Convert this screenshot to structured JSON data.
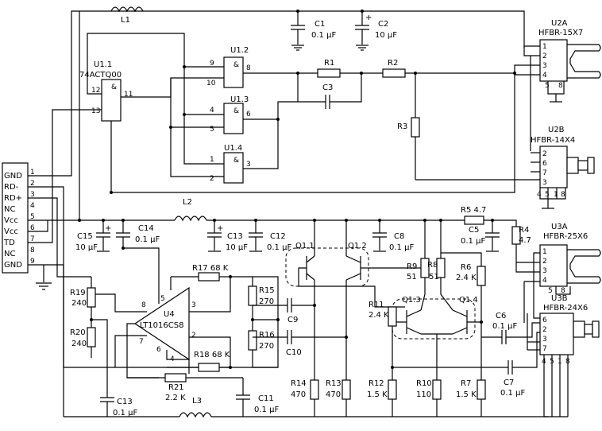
{
  "connector": {
    "pins": [
      {
        "num": "1",
        "name": "GND"
      },
      {
        "num": "2",
        "name": "RD-"
      },
      {
        "num": "3",
        "name": "RD+"
      },
      {
        "num": "4",
        "name": "NC"
      },
      {
        "num": "5",
        "name": "Vcc"
      },
      {
        "num": "6",
        "name": "Vcc"
      },
      {
        "num": "7",
        "name": "TD"
      },
      {
        "num": "8",
        "name": "NC"
      },
      {
        "num": "9",
        "name": "GND"
      }
    ]
  },
  "ics": {
    "u11": {
      "ref": "U1.1",
      "part": "74ACTQ00",
      "pins": [
        "12",
        "13",
        "11"
      ],
      "symbol": "&"
    },
    "u12": {
      "ref": "U1.2",
      "pins": [
        "9",
        "10",
        "8"
      ],
      "symbol": "&"
    },
    "u13": {
      "ref": "U1.3",
      "pins": [
        "4",
        "5",
        "6"
      ],
      "symbol": "&"
    },
    "u14": {
      "ref": "U1.4",
      "pins": [
        "1",
        "2",
        "3"
      ],
      "symbol": "&"
    },
    "u4": {
      "ref": "U4",
      "part": "LT1016CS8",
      "pins": [
        "5",
        "8",
        "3",
        "2",
        "7",
        "6",
        "4"
      ]
    },
    "u2a": {
      "ref": "U2A",
      "part": "HFBR-15X7",
      "pins": [
        "1",
        "2",
        "3",
        "4",
        "5",
        "8"
      ]
    },
    "u2b": {
      "ref": "U2B",
      "part": "HFBR-14X4",
      "pins": [
        "2",
        "6",
        "7",
        "3",
        "4",
        "5",
        "1",
        "8"
      ]
    },
    "u3a": {
      "ref": "U3A",
      "part": "HFBR-25X6",
      "pins": [
        "1",
        "2",
        "3",
        "4",
        "5",
        "8"
      ]
    },
    "u3b": {
      "ref": "U3B",
      "part": "HFBR-24X6",
      "pins": [
        "6",
        "2",
        "3",
        "7",
        "4",
        "5",
        "1",
        "8"
      ]
    }
  },
  "transistors": [
    "Q1.1",
    "Q1.2",
    "Q1.3",
    "Q1.4"
  ],
  "inductors": [
    "L1",
    "L2",
    "L3"
  ],
  "resistors": {
    "r1": "R1",
    "r2": "R2",
    "r3": "R3",
    "r4": "R4",
    "r4v": "4.7",
    "r5": "R5 4.7",
    "r6": "R6",
    "r6v": "2.4 K",
    "r7": "R7",
    "r7v": "1.5 K",
    "r8": "R8",
    "r8v": "51",
    "r9": "R9",
    "r9v": "51",
    "r10": "R10",
    "r10v": "110",
    "r11": "R11",
    "r11v": "2.4 K",
    "r12": "R12",
    "r12v": "1.5 K",
    "r13": "R13",
    "r13v": "470",
    "r14": "R14",
    "r14v": "470",
    "r15": "R15",
    "r15v": "270",
    "r16": "R16",
    "r16v": "270",
    "r17": "R17 68 K",
    "r18": "R18 68 K",
    "r19": "R19",
    "r19v": "240",
    "r20": "R20",
    "r20v": "240",
    "r21": "R21",
    "r21v": "2.2 K"
  },
  "capacitors": {
    "c1": "C1",
    "c1v": "0.1 µF",
    "c2": "C2",
    "c2v": "10 µF",
    "c3": "C3",
    "c5": "C5",
    "c5v": "0.1 µF",
    "c6": "C6",
    "c6v": "0.1 µF",
    "c7": "C7",
    "c7v": "0.1 µF",
    "c8": "C8",
    "c8v": "0.1 µF",
    "c9": "C9",
    "c10": "C10",
    "c11": "C11",
    "c11v": "0.1 µF",
    "c12": "C12",
    "c12v": "0.1 µF",
    "c13a": "C13",
    "c13av": "10 µF",
    "c13b": "C13",
    "c13bv": "0.1 µF",
    "c14": "C14",
    "c14v": "0.1 µF",
    "c15": "C15",
    "c15v": "10 µF"
  },
  "polarity": "+"
}
